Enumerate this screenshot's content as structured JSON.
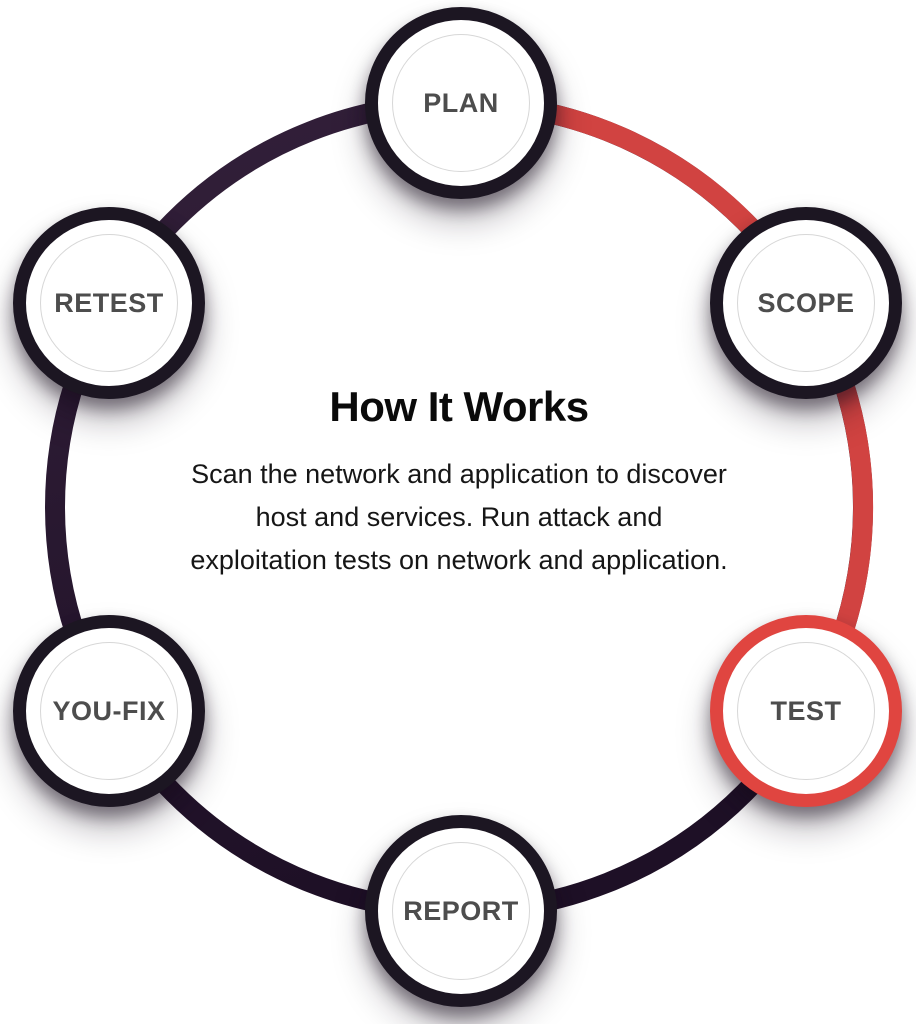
{
  "diagram": {
    "heading": "How It Works",
    "description": "Scan the network and application to discover host and services. Run attack and exploitation tests on network and application.",
    "active_step": "TEST",
    "steps": [
      {
        "label": "PLAN",
        "state": "default"
      },
      {
        "label": "SCOPE",
        "state": "default"
      },
      {
        "label": "TEST",
        "state": "active"
      },
      {
        "label": "REPORT",
        "state": "default"
      },
      {
        "label": "YOU-FIX",
        "state": "default"
      },
      {
        "label": "RETEST",
        "state": "default"
      }
    ]
  },
  "colors": {
    "accent_red": "#d14341",
    "active_ring_red": "#e04540",
    "ring_dark": "#1c1622",
    "arc_dark_top": "#33203a",
    "arc_dark_bottom": "#1e1026",
    "node_fill": "#ffffff",
    "inner_circle_border": "#d7d7d7",
    "step_label": "#4d4d4d",
    "heading_text": "#0a0a0a",
    "body_text": "#161616"
  }
}
